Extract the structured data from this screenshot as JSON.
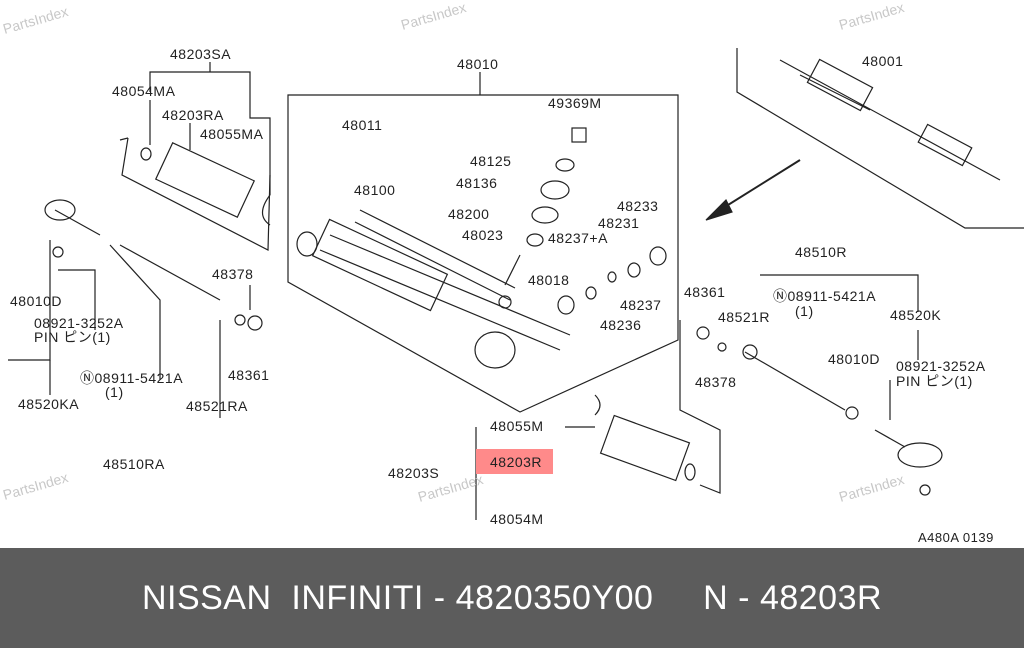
{
  "watermark": "PartsIndex",
  "labels": {
    "l48203SA": "48203SA",
    "l48054MA": "48054MA",
    "l48203RA": "48203RA",
    "l48055MA": "48055MA",
    "l48010": "48010",
    "l48011": "48011",
    "l49369M": "49369M",
    "l48125": "48125",
    "l48136": "48136",
    "l48100": "48100",
    "l48233": "48233",
    "l48231": "48231",
    "l48200": "48200",
    "l48023": "48023",
    "l48237A": "48237+A",
    "l48018": "48018",
    "l48237": "48237",
    "l48236": "48236",
    "l48001": "48001",
    "l48510R": "48510R",
    "r48361": "48361",
    "r08911": "08911-5421A",
    "r08911q": "(1)",
    "l48521R": "48521R",
    "l48520K": "48520K",
    "r48010D": "48010D",
    "r08921": "08921-3252A",
    "rpin": "PIN ピン(1)",
    "r48378": "48378",
    "left48378": "48378",
    "left48010D": "48010D",
    "left08921": "08921-3252A",
    "leftpin": "PIN ピン(1)",
    "left48361": "48361",
    "left08911": "08911-5421A",
    "left08911q": "(1)",
    "l48520KA": "48520KA",
    "l48521RA": "48521RA",
    "l48510RA": "48510RA",
    "l48055M": "48055M",
    "l48203S": "48203S",
    "l48203R": "48203R",
    "l48054M": "48054M",
    "code": "A480A 0139"
  },
  "bottom": {
    "text": "NISSAN  INFINITI - 4820350Y00     N - 48203R"
  }
}
